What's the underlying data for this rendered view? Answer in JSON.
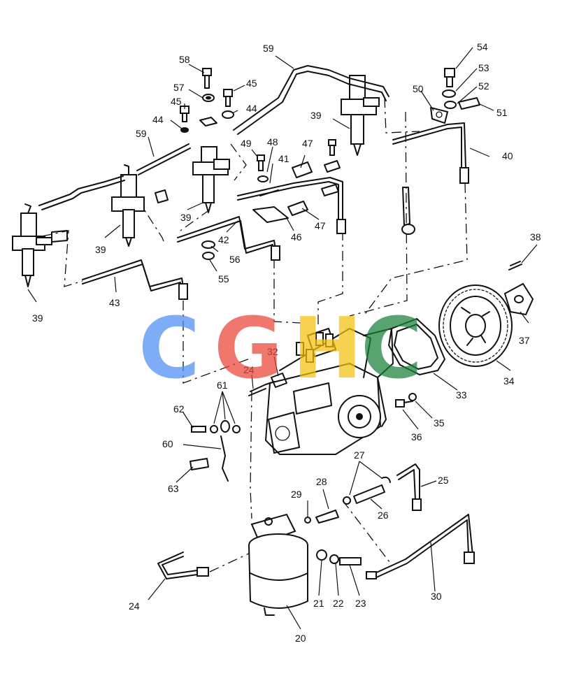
{
  "watermark": {
    "letters": [
      "C",
      "G",
      "H",
      "C"
    ],
    "colors": [
      "#4e8df5",
      "#ea4335",
      "#f4c20d",
      "#188038"
    ]
  },
  "callouts": {
    "n20": "20",
    "n21": "21",
    "n22": "22",
    "n23": "23",
    "n24a": "24",
    "n24b": "24",
    "n25": "25",
    "n26": "26",
    "n27": "27",
    "n28": "28",
    "n29": "29",
    "n30": "30",
    "n32": "32",
    "n33": "33",
    "n34": "34",
    "n35": "35",
    "n36": "36",
    "n37": "37",
    "n38": "38",
    "n39a": "39",
    "n39b": "39",
    "n39c": "39",
    "n39d": "39",
    "n40": "40",
    "n41": "41",
    "n42": "42",
    "n43": "43",
    "n44a": "44",
    "n44b": "44",
    "n45a": "45",
    "n45b": "45",
    "n46": "46",
    "n47a": "47",
    "n47b": "47",
    "n48": "48",
    "n49": "49",
    "n50": "50",
    "n51": "51",
    "n52": "52",
    "n53": "53",
    "n54": "54",
    "n55": "55",
    "n56": "56",
    "n57": "57",
    "n58": "58",
    "n59a": "59",
    "n59b": "59",
    "n60": "60",
    "n61": "61",
    "n62": "62",
    "n63": "63"
  },
  "colors": {
    "line": "#111111",
    "background": "#ffffff"
  }
}
